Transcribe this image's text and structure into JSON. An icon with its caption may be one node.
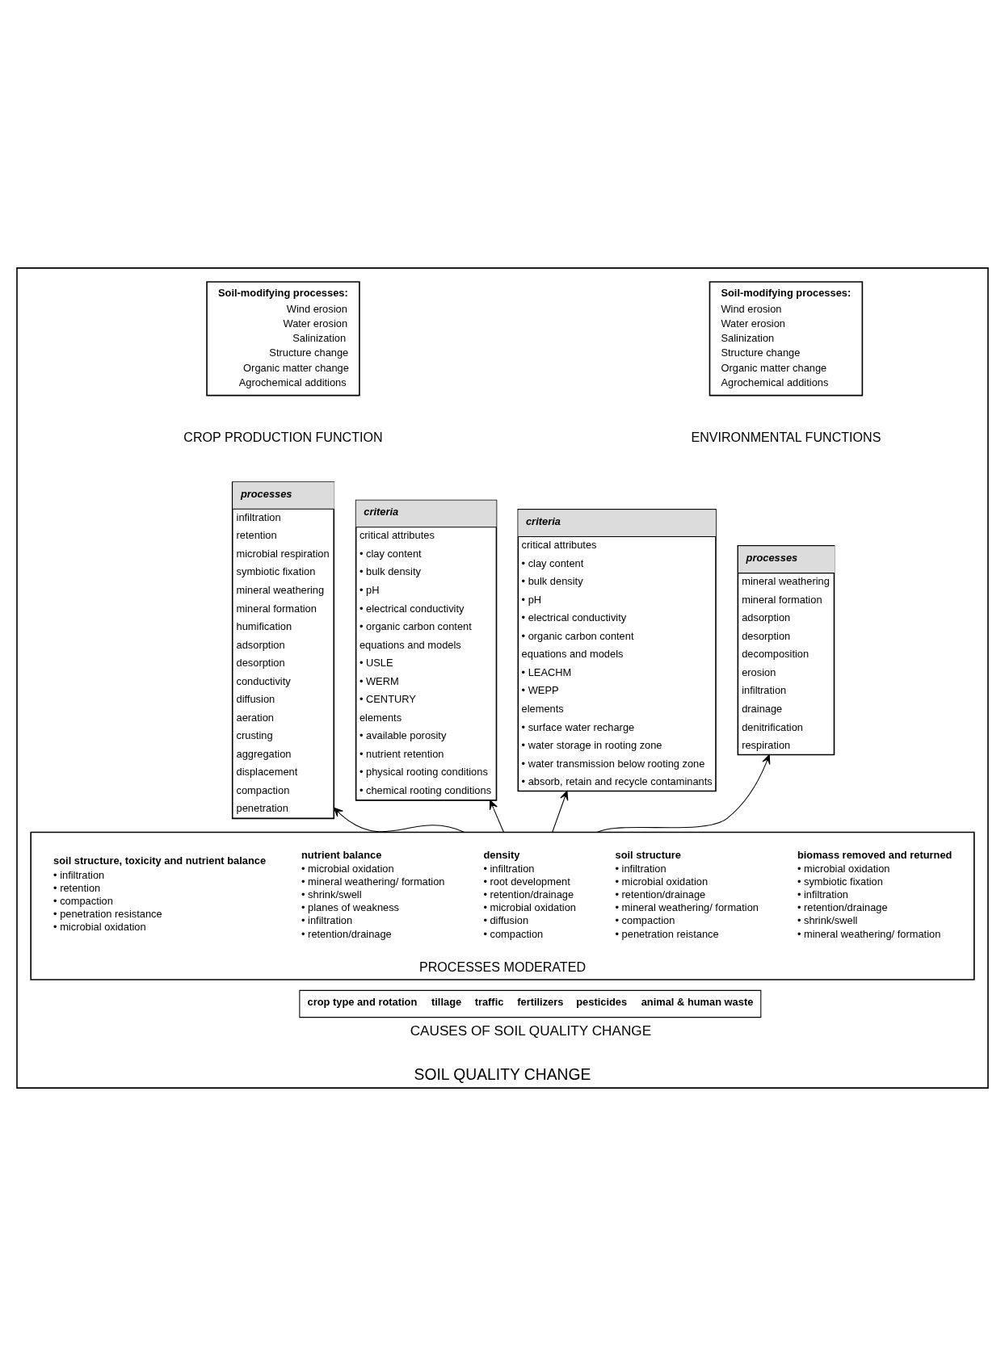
{
  "diagram": {
    "nodes": [
      {
        "text": [
          "SOIL QUALITY CHANGE"
        ]
      },
      {
        "text": [
          "Soil-modifying processes:",
          "Wind erosion",
          "Water erosion",
          "Salinization",
          "Structure change",
          "Organic matter change",
          "Agrochemical additions"
        ],
        "in": 0
      },
      {
        "text": [
          "Soil-modifying processes:",
          "Wind erosion",
          "Water erosion",
          "Salinization",
          "Structure change",
          "Organic matter change",
          "Agrochemical additions"
        ],
        "in": 0
      },
      {
        "text": [
          "processes",
          "infiltration",
          "retention",
          "microbial respiration",
          "symbiotic fixation",
          "mineral weathering",
          "mineral formation",
          "humification",
          "adsorption",
          "desorption",
          "conductivity",
          "diffusion",
          "aeration",
          "crusting",
          "aggregation",
          "displacement",
          "compaction",
          "penetration"
        ],
        "in": 0
      },
      {
        "text": [
          "criteria",
          "critical attributes",
          "• clay content",
          "• bulk density",
          "• pH",
          "• electrical conductivity",
          "• organic carbon content",
          "equations and models",
          "• USLE",
          "• WERM",
          "• CENTURY",
          "elements",
          "• available porosity",
          "• nutrient retention",
          "• physical rooting conditions",
          "• chemical rooting conditions"
        ],
        "in": 0
      },
      {
        "text": [
          "criteria",
          "critical attributes",
          "• clay content",
          "• bulk density",
          "• pH",
          "• electrical conductivity",
          "• organic carbon content",
          "equations and models",
          "• LEACHM",
          "• WEPP",
          "elements",
          "• surface water recharge",
          "• water storage in rooting zone",
          "• water transmission below rooting zone",
          "• absorb, retain and recycle contaminants"
        ],
        "in": 0
      },
      {
        "text": [
          "processes",
          "mineral weathering",
          "mineral formation",
          "adsorption",
          "desorption",
          "decomposition",
          "erosion",
          "infiltration",
          "drainage",
          "denitrification",
          "respiration"
        ],
        "in": 0
      },
      {
        "text": [
          "PROCESSES MODERATED"
        ],
        "in": 0
      },
      {
        "text": [
          "biomass removed and returned",
          "• microbial oxidation",
          "• symbiotic fixation",
          "• infiltration",
          "• retention/drainage",
          "• shrink/swell",
          "• mineral weathering/ formation"
        ],
        "in": 7
      },
      {
        "text": [
          "soil structure",
          "• infiltration",
          "• microbial oxidation",
          "• retention/drainage",
          "• mineral weathering/ formation",
          "• compaction",
          "• penetration reistance"
        ],
        "in": 7
      },
      {
        "text": [
          "density",
          "• infiltration",
          "• root development",
          "• retention/drainage",
          "• microbial oxidation",
          "• diffusion",
          "• compaction"
        ],
        "in": 7
      },
      {
        "text": [
          "nutrient balance",
          "• microbial oxidation",
          "• mineral weathering/ formation",
          "• shrink/swell",
          "• planes of weakness",
          "• infiltration",
          "• retention/drainage"
        ],
        "in": 7
      },
      {
        "text": [
          "soil structure, toxicity and nutrient balance",
          "• infiltration",
          "• retention",
          "• compaction",
          "• penetration resistance",
          "• microbial oxidation"
        ],
        "in": 7
      },
      {
        "text": [
          "crop type and rotation",
          "tillage",
          "traffic",
          "fertilizers",
          "pesticides",
          "animal & human waste",
          "CAUSES OF SOIL QUALITY CHANGE"
        ],
        "in": 0
      }
    ],
    "edges": [
      {
        "from": 7,
        "to": 3,
        "arrow": "to"
      },
      {
        "from": 7,
        "to": 4,
        "arrow": "to"
      },
      {
        "from": 7,
        "to": 5,
        "arrow": "to"
      },
      {
        "from": 7,
        "to": 6,
        "arrow": "to"
      }
    ],
    "labels": [
      "CROP PRODUCTION FUNCTION",
      "ENVIRONMENTAL FUNCTIONS"
    ]
  }
}
